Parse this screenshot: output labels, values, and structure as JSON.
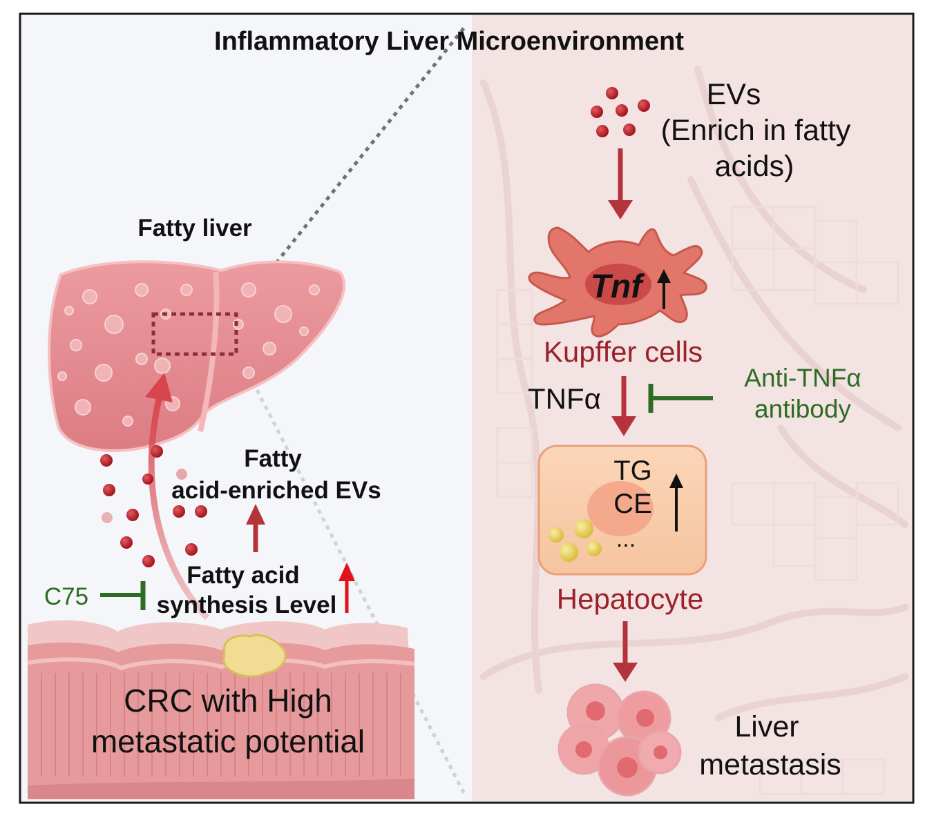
{
  "title": "Inflammatory Liver Microenvironment",
  "left_panel": {
    "fatty_liver": "Fatty liver",
    "evs_line1": "Fatty",
    "evs_line2": "acid-enriched EVs",
    "synthesis_line1": "Fatty acid",
    "synthesis_line2": "synthesis Level",
    "inhibitor": "C75",
    "crc_line1": "CRC with High",
    "crc_line2": "metastatic potential"
  },
  "right_panel": {
    "evs_line1": "EVs",
    "evs_line2": "(Enrich in fatty",
    "evs_line3": "acids)",
    "tnf_gene": "Tnf",
    "kupffer": "Kupffer cells",
    "tnfa": "TNFα",
    "antibody_line1": "Anti-TNFα",
    "antibody_line2": "antibody",
    "tg": "TG",
    "ce": "CE",
    "ellipsis": "...",
    "hepatocyte": "Hepatocyte",
    "metastasis_line1": "Liver",
    "metastasis_line2": "metastasis"
  },
  "colors": {
    "arrow_red": "#b5343c",
    "inhibit_green": "#2e6b25",
    "label_dark_red": "#9b2228",
    "up_arrow_red": "#e0121b",
    "liver_pink": "#e48a8e",
    "left_bg": "#f5f6fa",
    "right_bg": "#f4e4e3"
  }
}
